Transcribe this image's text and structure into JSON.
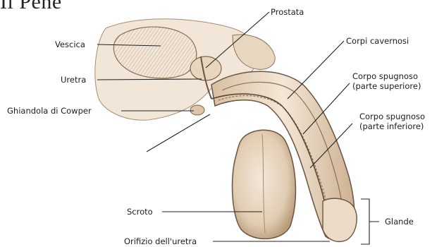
{
  "title": "Il Pene",
  "labels": {
    "prostata": "Prostata",
    "corpi_cavernosi": "Corpi cavernosi",
    "vescica": "Vescica",
    "uretra": "Uretra",
    "corpo_spugnoso_sup": "Corpo spugnoso\n(parte superiore)",
    "ghiandola_cowper": "Ghiandola di Cowper",
    "corpo_spugnoso_inf": "Corpo spugnoso\n(parte inferiore)",
    "scroto": "Scroto",
    "glande": "Glande",
    "orifizio_uretra": "Orifizio dell'uretra"
  },
  "colors": {
    "tissue": "#efe3d2",
    "tissue_shadow": "#c9ad8c",
    "outline": "#6b5440",
    "leader": "#222222"
  }
}
